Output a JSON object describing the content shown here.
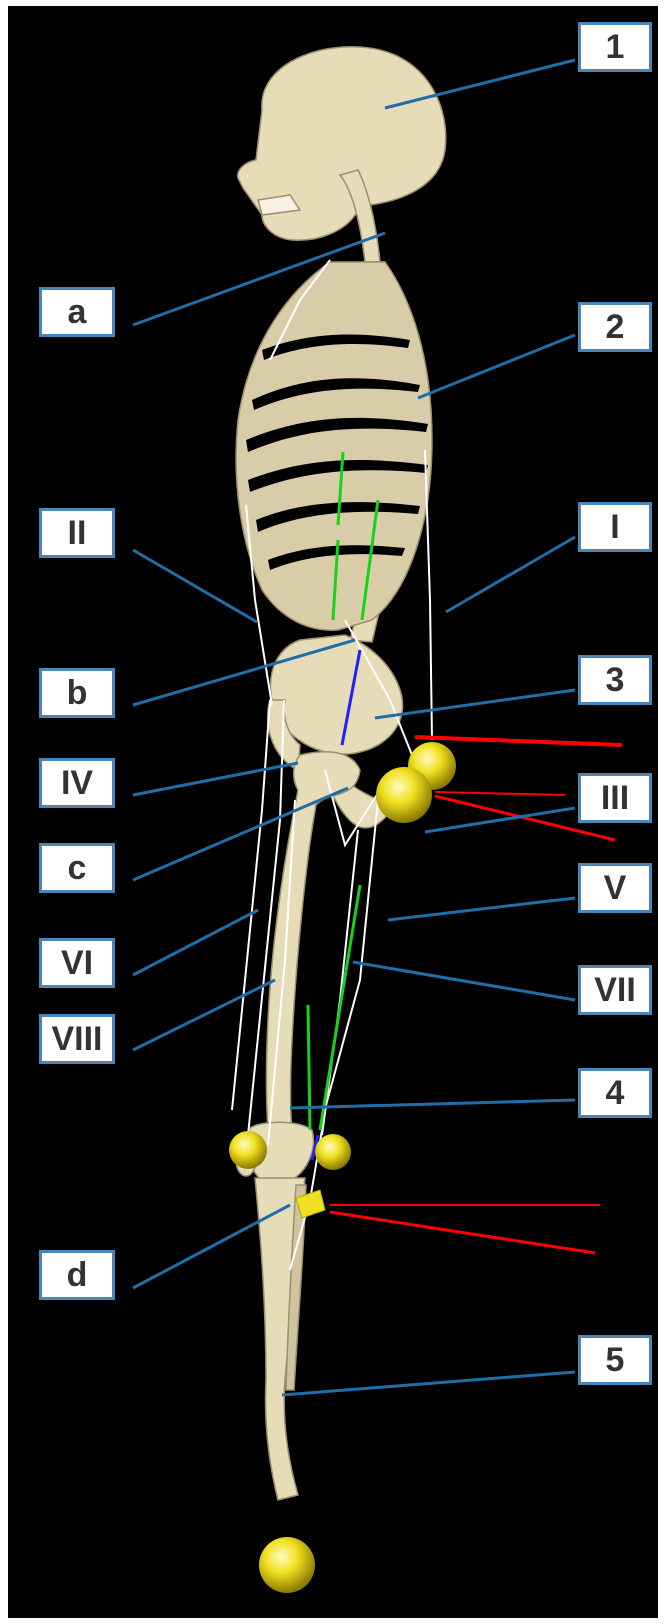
{
  "colors": {
    "background": "#000000",
    "bone": "#e6dcb8",
    "leader_line": "#1f6ea8",
    "label_border": "#4a86b8",
    "muscle_white": "#ffffff",
    "muscle_green": "#16d21a",
    "muscle_blue": "#2020ff",
    "force_red": "#ff0000",
    "joint_sphere": "#f0e020"
  },
  "labels": {
    "n1": "1",
    "n2": "2",
    "n3": "3",
    "n4": "4",
    "n5": "5",
    "a": "a",
    "b": "b",
    "c": "c",
    "d": "d",
    "r1": "I",
    "r2": "II",
    "r3": "III",
    "r4": "IV",
    "r5": "V",
    "r6": "VI",
    "r7": "VII",
    "r8": "VIII"
  }
}
